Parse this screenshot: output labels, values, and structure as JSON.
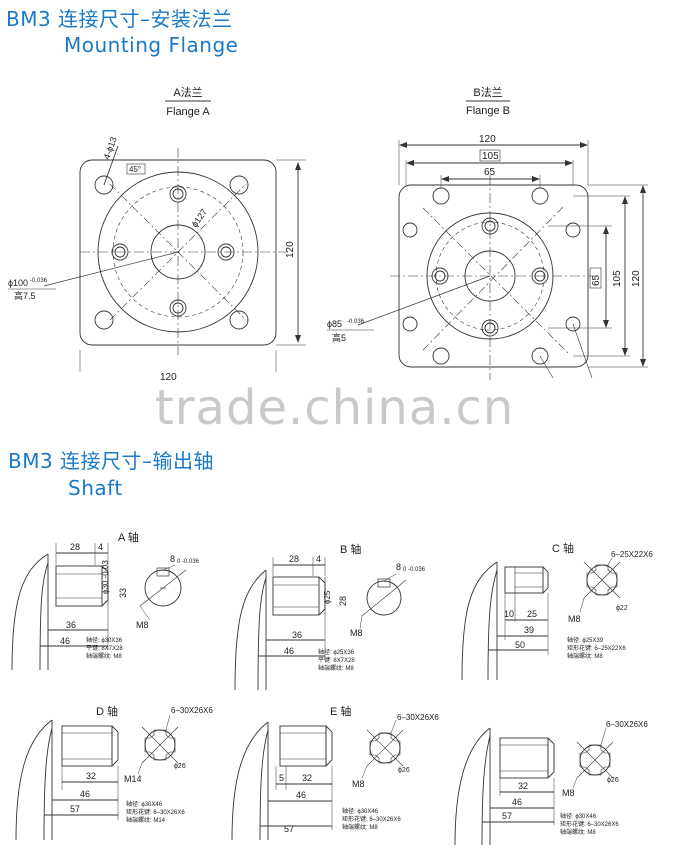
{
  "headings": {
    "flange_cn": "BM3  连接尺寸–安装法兰",
    "flange_en": "Mounting  Flange",
    "shaft_cn": "BM3 连接尺寸–输出轴",
    "shaft_en": "Shaft"
  },
  "flange_a": {
    "title_cn": "A法兰",
    "title_en": "Flange A",
    "holes": "4-ϕ13",
    "angle": "45°",
    "bolt_circle": "ϕ127",
    "pilot": "ϕ100",
    "pilot_tol": "-0.036",
    "height": "高7.5",
    "dim_side": "120",
    "dim_bottom": "120"
  },
  "flange_b": {
    "title_cn": "B法兰",
    "title_en": "Flange B",
    "dim_top_outer": "120",
    "dim_top_mid": "105",
    "dim_top_inner": "65",
    "dim_side_inner": "65",
    "dim_side_mid": "105",
    "dim_side_outer": "120",
    "pilot": "ϕ85",
    "pilot_tol": "-0.036",
    "height": "高5"
  },
  "shafts": {
    "a": {
      "title": "A 轴",
      "d1": "28",
      "d2": "4",
      "d3": "36",
      "d4": "46",
      "dia": "ϕ30.-0.03",
      "dia2": "33",
      "key": "8",
      "key_tol": "0 -0.036",
      "thread": "M8",
      "note1": "轴径: ϕ30X36",
      "note2": "平键: 8X7X28",
      "note3": "轴端螺纹: M8"
    },
    "b": {
      "title": "B 轴",
      "d1": "28",
      "d2": "4",
      "d3": "36",
      "d4": "46",
      "dia": "ϕ25",
      "dia2": "28",
      "key": "8",
      "key_tol": "0 -0.036",
      "thread": "M8",
      "note1": "轴径: ϕ25X36",
      "note2": "平键: 8X7X28",
      "note3": "轴端螺纹: M8"
    },
    "c": {
      "title": "C 轴",
      "spline": "6–25X22X6",
      "d1": "10",
      "d2": "25",
      "d3": "39",
      "d4": "50",
      "dia": "ϕ22",
      "thread": "M8",
      "note1": "轴径: ϕ25X39",
      "note2": "矩形花键: 6–25X22X6",
      "note3": "轴端螺纹: M8"
    },
    "d": {
      "title": "D 轴",
      "spline": "6–30X26X6",
      "d1": "32",
      "d2": "46",
      "d3": "57",
      "dia": "ϕ26",
      "thread": "M14",
      "note1": "轴径: ϕ30X46",
      "note2": "矩形花键: 6–30X26X6",
      "note3": "轴端螺纹: M14"
    },
    "e": {
      "title": "E 轴",
      "spline": "6–30X26X6",
      "d0": "5",
      "d1": "32",
      "d2": "46",
      "d3": "57",
      "dia": "ϕ26",
      "thread": "M8",
      "note1": "轴径: ϕ30X46",
      "note2": "矩形花键: 6–30X26X6",
      "note3": "轴端螺纹: M8"
    },
    "f": {
      "spline": "6–30X26X6",
      "d1": "32",
      "d2": "46",
      "d3": "57",
      "dia": "ϕ26",
      "thread": "M8",
      "note1": "轴径: ϕ30X46",
      "note2": "矩形花键: 6–30X26X6",
      "note3": "轴端螺纹: M8"
    }
  },
  "watermark": "trade.china.cn"
}
